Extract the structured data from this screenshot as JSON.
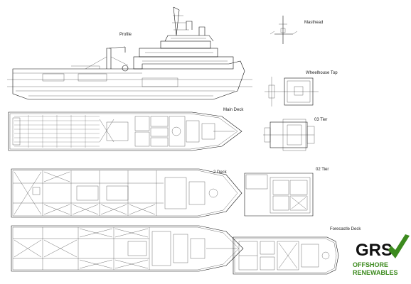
{
  "views": {
    "profile": "Profile",
    "masthead": "Masthead",
    "wheelhouse_top": "Wheelhouse Top",
    "main_deck": "Main Deck",
    "tier_03": "03 Tier",
    "deck_2": "2 Deck",
    "tier_02": "02 Tier",
    "forecastle_deck": "Forecastle Deck"
  },
  "logo": {
    "main": "GRS",
    "sub1": "OFFSHORE",
    "sub2": "RENEWABLES",
    "colors": {
      "green": "#3c8a1e",
      "dark": "#111111"
    }
  }
}
